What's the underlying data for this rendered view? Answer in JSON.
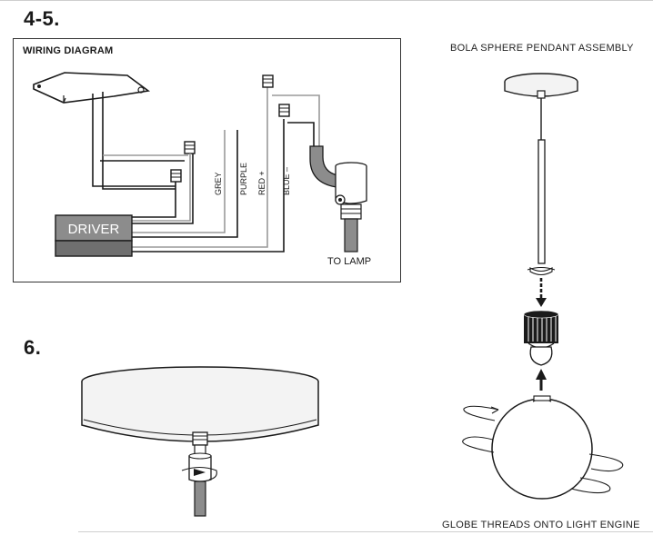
{
  "steps": {
    "step_45": "4-5.",
    "step_6": "6."
  },
  "wiring": {
    "title": "WIRING DIAGRAM",
    "driver_label": "DRIVER",
    "wire_grey": "GREY",
    "wire_purple": "PURPLE",
    "wire_red": "RED +",
    "wire_blue": "BLUE –",
    "to_lamp": "TO LAMP"
  },
  "assembly": {
    "title": "BOLA SPHERE PENDANT ASSEMBLY"
  },
  "footer": {
    "globe_caption": "GLOBE THREADS ONTO LIGHT ENGINE"
  },
  "colors": {
    "line": "#1a1a1a",
    "grey_wire": "#9a9a9a",
    "driver_fill": "#8c8c8c",
    "canopy_fill": "#f3f3f3"
  }
}
